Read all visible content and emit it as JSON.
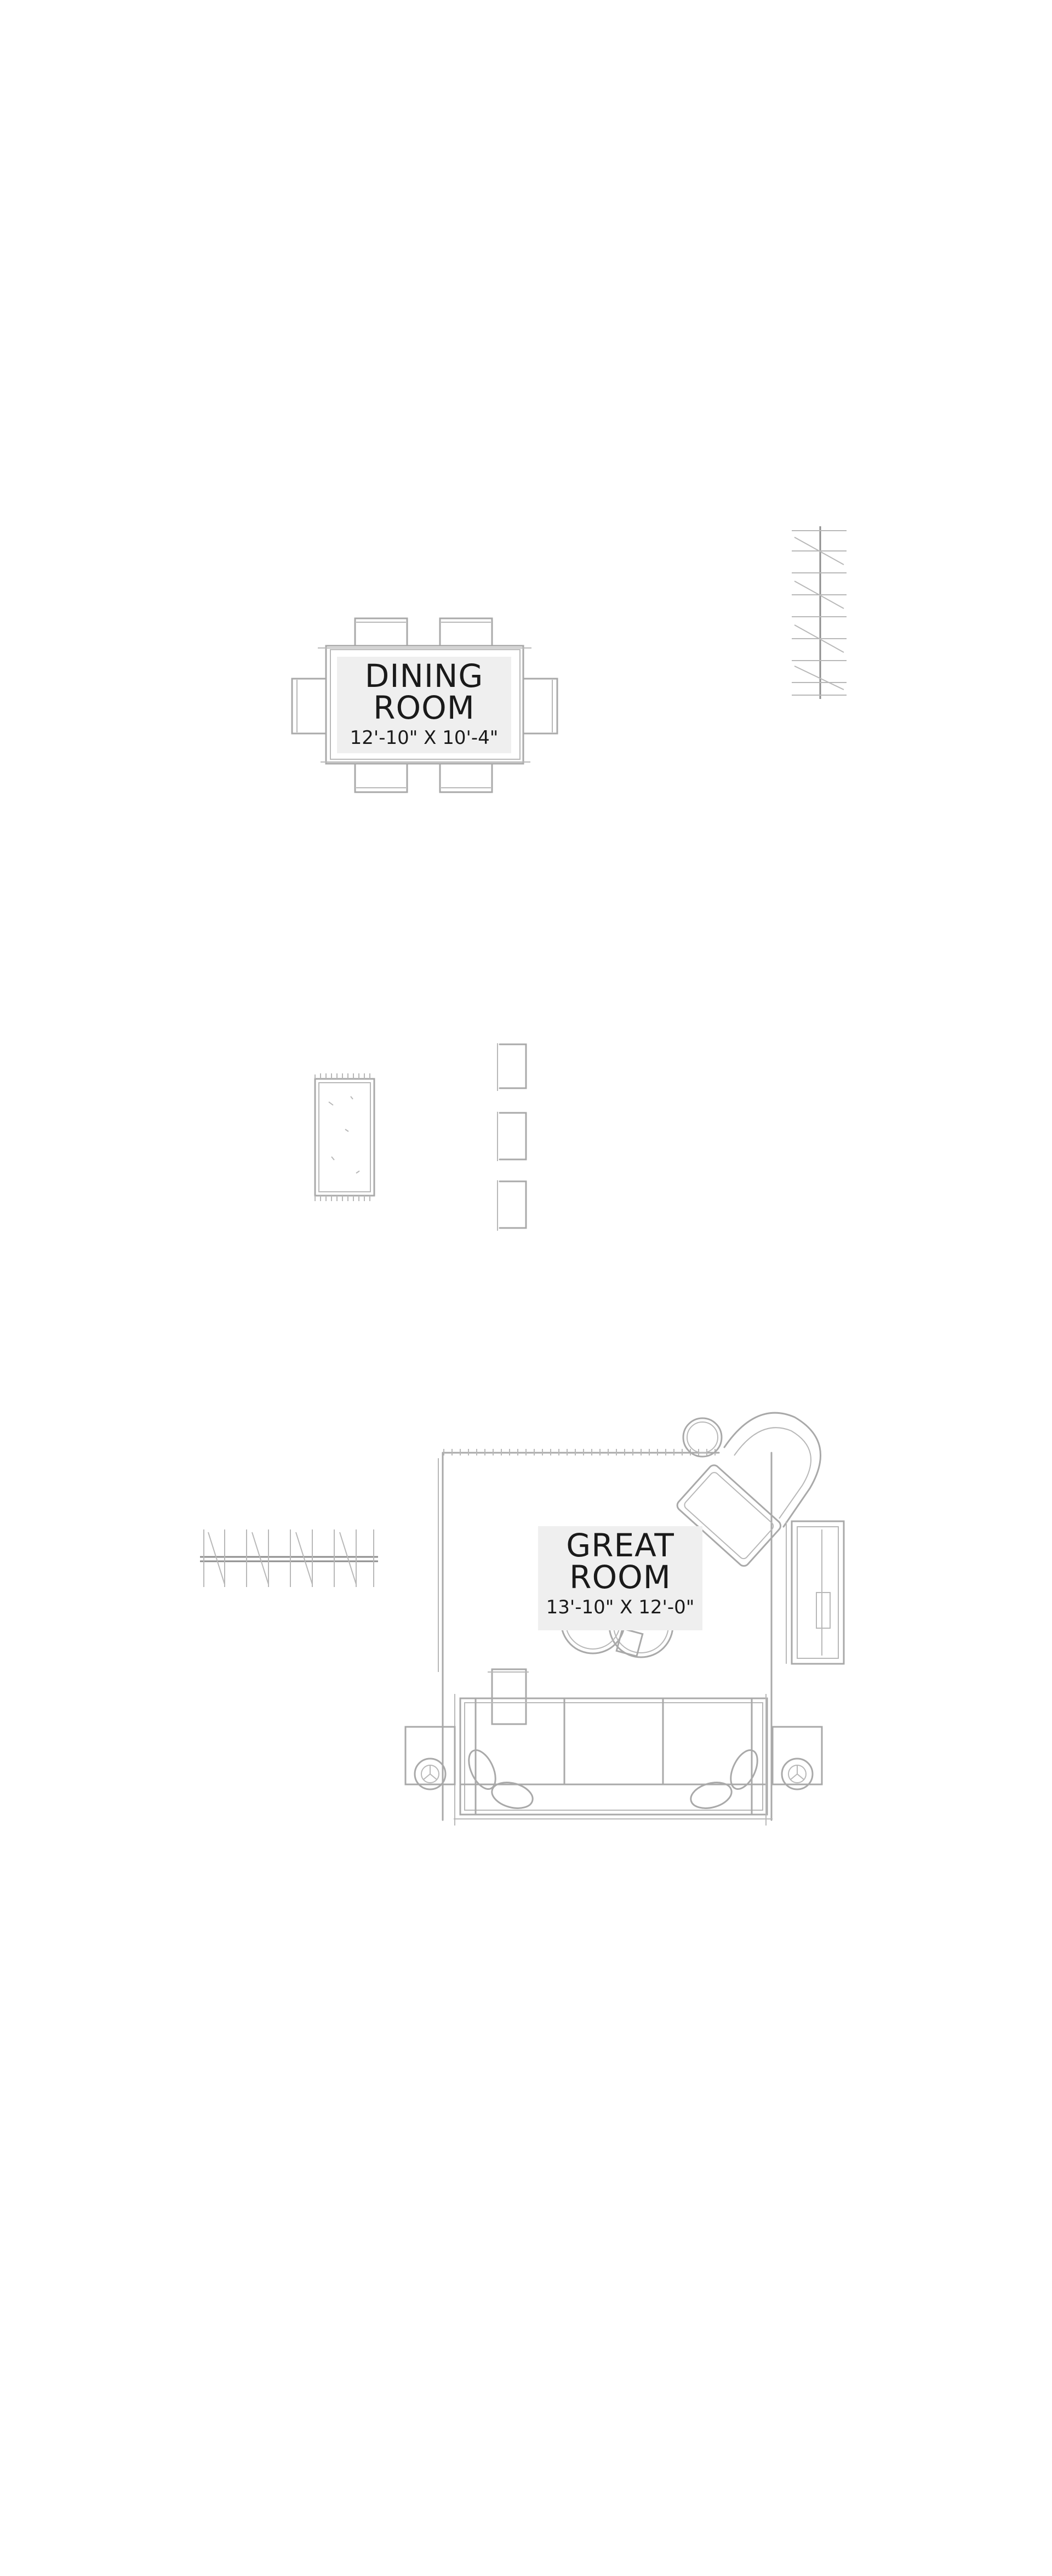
{
  "rooms": {
    "dining": {
      "name": "DINING ROOM",
      "name_line1": "DINING",
      "name_line2": "ROOM",
      "dimensions": "12'-10\" X 10'-4\""
    },
    "great": {
      "name": "GREAT ROOM",
      "name_line1": "GREAT",
      "name_line2": "ROOM",
      "dimensions": "13'-10\" X 12'-0\""
    }
  },
  "colors": {
    "background": "#ffffff",
    "sketch_line": "#a9a9a9",
    "label_fill": "#efefef",
    "label_text": "#1a1a1a"
  },
  "icons": [
    "dining-table-icon",
    "chair-icon",
    "window-icon",
    "rug-icon",
    "stool-icon",
    "sofa-icon",
    "armchair-icon",
    "lamp-icon",
    "fireplace-icon",
    "media-console-icon"
  ]
}
